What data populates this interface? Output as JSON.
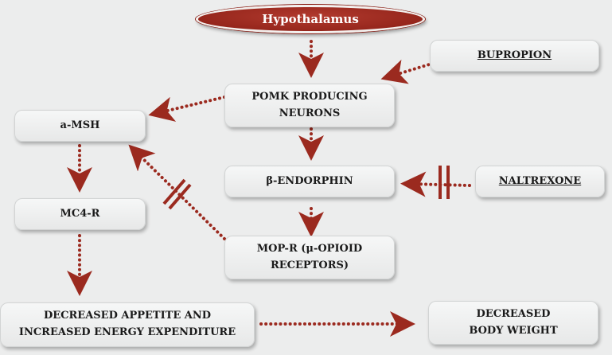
{
  "colors": {
    "arrow": "#9b2a1f",
    "node_fill": "#eeefef",
    "header_fill": "#9b2a1f"
  },
  "nodes": {
    "hypothalamus": "Hypothalamus",
    "bupropion": "BUPROPION",
    "pomk": "POMK PRODUCING\nNEURONS",
    "amsh": "a-MSH",
    "beta_endorphin": "β-ENDORPHIN",
    "naltrexone": "NALTREXONE",
    "mc4r": "MC4-R",
    "mopr": "MOP-R (μ-OPIOID\nRECEPTORS)",
    "appetite": "DECREASED APPETITE AND\nINCREASED ENERGY EXPENDITURE",
    "body_weight": "DECREASED\nBODY WEIGHT"
  }
}
